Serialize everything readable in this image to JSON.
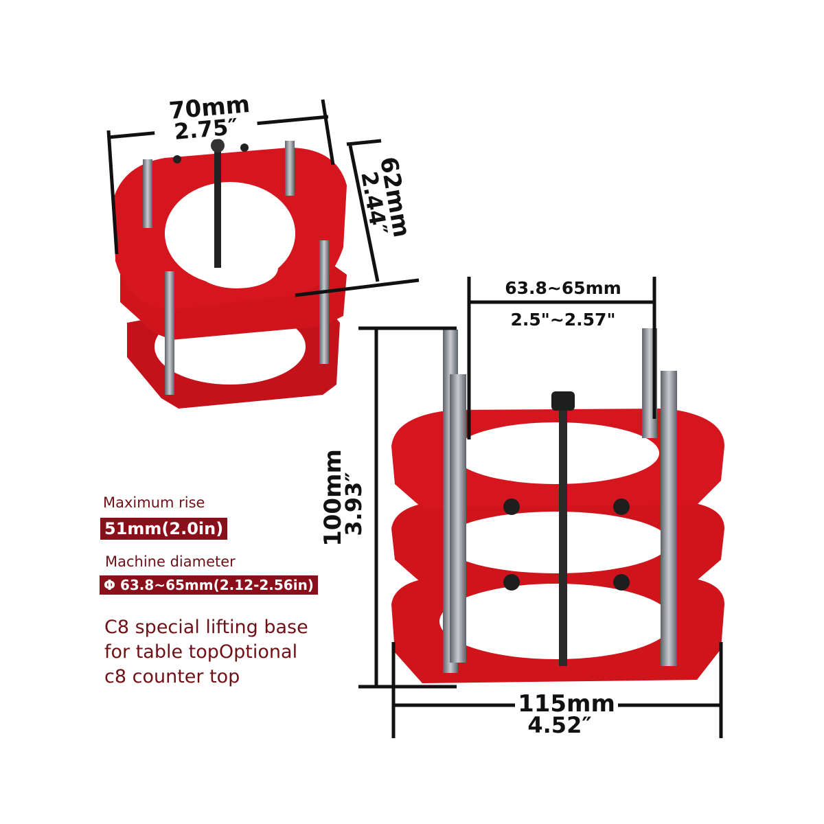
{
  "colors": {
    "product_red": "#d0141c",
    "badge_bg": "#8b0f1a",
    "label_text": "#6e1016",
    "dimension_lines": "#111111",
    "rods": "#8a8f96"
  },
  "dimensions": {
    "small_width": {
      "mm": "70mm",
      "in": "2.75″"
    },
    "small_depth": {
      "mm": "62mm",
      "in": "2.44″"
    },
    "inner_diameter": {
      "mm": "63.8~65mm",
      "in": "2.5\"~2.57\""
    },
    "height": {
      "mm": "100mm",
      "in": "3.93″"
    },
    "base_width": {
      "mm": "115mm",
      "in": "4.52″"
    }
  },
  "specs": {
    "max_rise_label": "Maximum rise",
    "max_rise_value": "51mm(2.0in)",
    "diameter_label": "Machine diameter",
    "diameter_value": "Φ 63.8~65mm(2.12-2.56in)"
  },
  "description": [
    "C8 special lifting base",
    "for table topOptional",
    "c8 counter top"
  ]
}
